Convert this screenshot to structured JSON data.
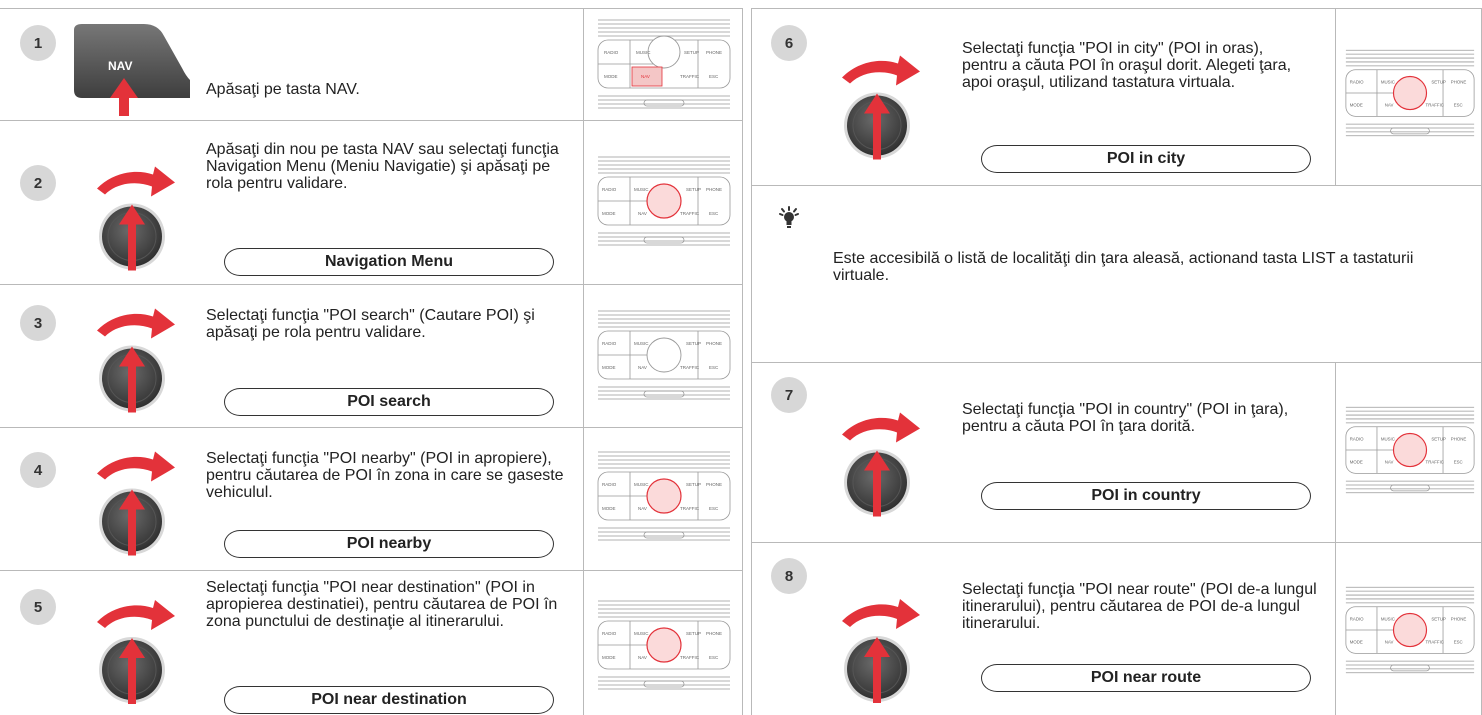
{
  "nav_key_label": "NAV",
  "panel_labels": {
    "radio": "RADIO",
    "music": "MUSIC",
    "setup": "SETUP",
    "phone": "PHONE",
    "mode": "MODE",
    "nav": "NAV",
    "traffic": "TRAFFIC",
    "esc": "ESC"
  },
  "colors": {
    "accent_red": "#e3323a",
    "nav_key_highlight": "#f4c6c6",
    "dial_dark": "#444444",
    "number_badge": "#d7d7d7",
    "divider": "#b9b9b9"
  },
  "steps": [
    {
      "number": "1",
      "text": "Apăsaţi pe tasta NAV."
    },
    {
      "number": "2",
      "text": "Apăsaţi din nou pe tasta NAV sau selectaţi funcţia Navigation Menu (Meniu Navigatie) şi apăsaţi pe rola pentru validare.",
      "button": "Navigation Menu"
    },
    {
      "number": "3",
      "text": "Selectaţi funcţia \"POI search\" (Cautare POI) şi apăsaţi pe rola pentru validare.",
      "button": "POI search"
    },
    {
      "number": "4",
      "text": "Selectaţi funcţia \"POI nearby\" (POI in apropiere), pentru căutarea de POI în zona in care se gaseste vehiculul.",
      "button": "POI nearby"
    },
    {
      "number": "5",
      "text": "Selectaţi funcţia \"POI near destination\" (POI in apropierea destinatiei), pentru căutarea de POI în zona punctului de destinaţie al itinerarului.",
      "button": "POI near destination"
    },
    {
      "number": "6",
      "text": "Selectaţi funcţia \"POI in city\" (POI in oras), pentru a căuta POI în oraşul dorit. Alegeti ţara, apoi oraşul, utilizand tastatura virtuala.",
      "button": "POI in city"
    },
    {
      "number": "7",
      "text": "Selectaţi funcţia \"POI in country\" (POI in ţara), pentru a căuta POI în ţara dorită.",
      "button": "POI in country"
    },
    {
      "number": "8",
      "text": "Selectaţi funcţia \"POI near route\" (POI de-a lungul itinerarului), pentru căutarea de POI de-a lungul itinerarului.",
      "button": "POI near route"
    }
  ],
  "tip": {
    "icon": "lightbulb-icon",
    "text": "Este accesibilă o listă de localităţi din ţara aleasă, actionand tasta LIST a tastaturii virtuale."
  }
}
